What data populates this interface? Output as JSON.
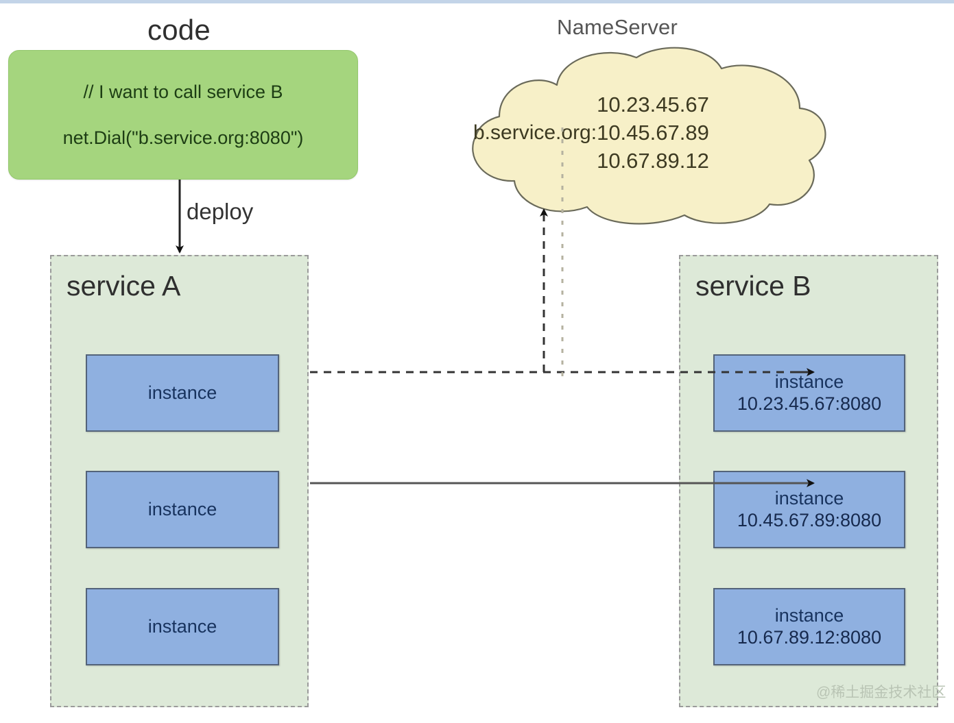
{
  "diagram": {
    "code_title": "code",
    "nameserver_title": "NameServer",
    "deploy_label": "deploy",
    "watermark": "@稀土掘金技术社区"
  },
  "code_block": {
    "comment_line": "// I want to call service B",
    "call_line": "net.Dial(\"b.service.org:8080\")"
  },
  "nameserver": {
    "record_key": "b.service.org:",
    "ips": [
      "10.23.45.67",
      "10.45.67.89",
      "10.67.89.12"
    ]
  },
  "service_a": {
    "label": "service A",
    "instances": [
      {
        "name": "instance",
        "address": ""
      },
      {
        "name": "instance",
        "address": ""
      },
      {
        "name": "instance",
        "address": ""
      }
    ]
  },
  "service_b": {
    "label": "service B",
    "instances": [
      {
        "name": "instance",
        "address": "10.23.45.67:8080"
      },
      {
        "name": "instance",
        "address": "10.45.67.89:8080"
      },
      {
        "name": "instance",
        "address": "10.67.89.12:8080"
      }
    ]
  },
  "colors": {
    "code_box": "#a5d57e",
    "cloud": "#f7f0c8",
    "service_container": "#dde9d8",
    "instance": "#8fb0e0",
    "instance_border": "#53637a",
    "dashed_border": "#9a9a9a",
    "top_bar": "#c3d4e8"
  }
}
